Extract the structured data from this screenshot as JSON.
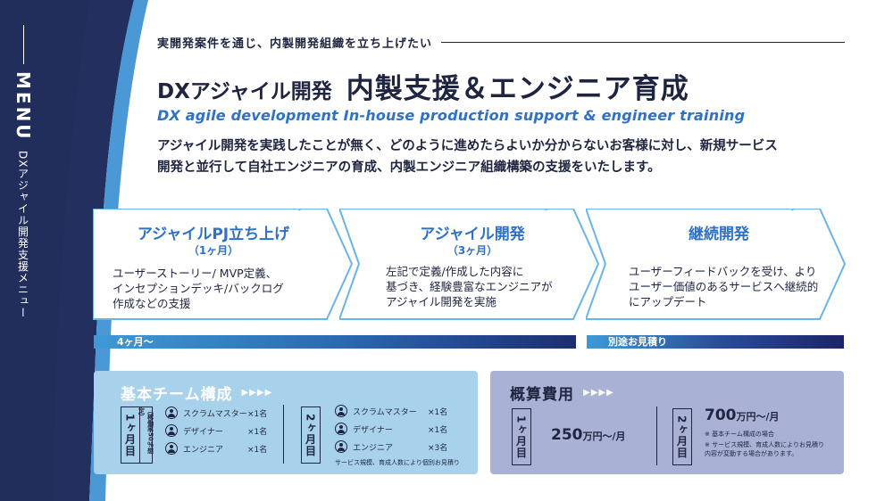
{
  "sidebar": {
    "menu_label": "MENU",
    "sub_label": "DXアジャイル開発支援メニュー"
  },
  "header": {
    "eyebrow": "実開発案件を通じ、内製開発組織を立ち上げたい",
    "title_a": "DXアジャイル開発",
    "title_b": "内製支援＆エンジニア育成",
    "subtitle_en": "DX agile development In-house production support & engineer training",
    "desc_line1": "アジャイル開発を実践したことが無く、どのように進めたらよいか分からないお客様に対し、新規サービス",
    "desc_line2": "開発と並行して自社エンジニアの育成、内製エンジニア組織構築の支援をいたします。"
  },
  "steps": [
    {
      "title": "アジャイルPJ立ち上げ",
      "duration": "（1ヶ月）",
      "lines": [
        "ユーザーストーリー/ MVP定義、",
        "インセプションデッキ/バックログ",
        "作成などの支援"
      ]
    },
    {
      "title": "アジャイル開発",
      "duration": "（3ヶ月）",
      "lines": [
        "左記で定義/作成した内容に",
        "基づき、経験豊富なエンジニアが",
        "アジャイル開発を実施"
      ]
    },
    {
      "title": "継続開発",
      "duration": "",
      "lines": [
        "ユーザーフィードバックを受け、より",
        "ユーザー価値のあるサービスへ継続的",
        "にアップデート"
      ]
    }
  ],
  "timeline": {
    "bar1_label": "4ヶ月〜",
    "bar2_label": "別途お見積り"
  },
  "team": {
    "heading": "基本チーム構成",
    "arrows": "▶▶▶▶",
    "period1": {
      "label": "1ヶ月目",
      "note": "（稼働率50％想定）"
    },
    "period2": {
      "label": "2ヶ月目"
    },
    "members1": [
      {
        "role": "スクラムマスター",
        "count": "×1名"
      },
      {
        "role": "デザイナー",
        "count": "×1名"
      },
      {
        "role": "エンジニア",
        "count": "×1名"
      }
    ],
    "members2": [
      {
        "role": "スクラムマスター",
        "count": "×1名"
      },
      {
        "role": "デザイナー",
        "count": "×1名"
      },
      {
        "role": "エンジニア",
        "count": "×3名"
      }
    ],
    "note": "サービス規模、育成人数により個別お見積り"
  },
  "cost": {
    "heading": "概算費用",
    "arrows": "▶▶▶▶",
    "period1": {
      "label": "1ヶ月目",
      "amount": "250",
      "unit": "万円〜/月"
    },
    "period2": {
      "label": "2ヶ月目",
      "amount": "700",
      "unit": "万円〜/月"
    },
    "note1": "※ 基本チーム構成の場合",
    "note2": "※ サービス規模、育成人数によりお見積り内容が変動する場合があります。"
  },
  "colors": {
    "navy": "#1f2540",
    "accent_blue": "#2d72c7",
    "step_border": "#6ab4e8",
    "team_panel": "#a8d2eb",
    "cost_panel": "#a9b1d4"
  }
}
